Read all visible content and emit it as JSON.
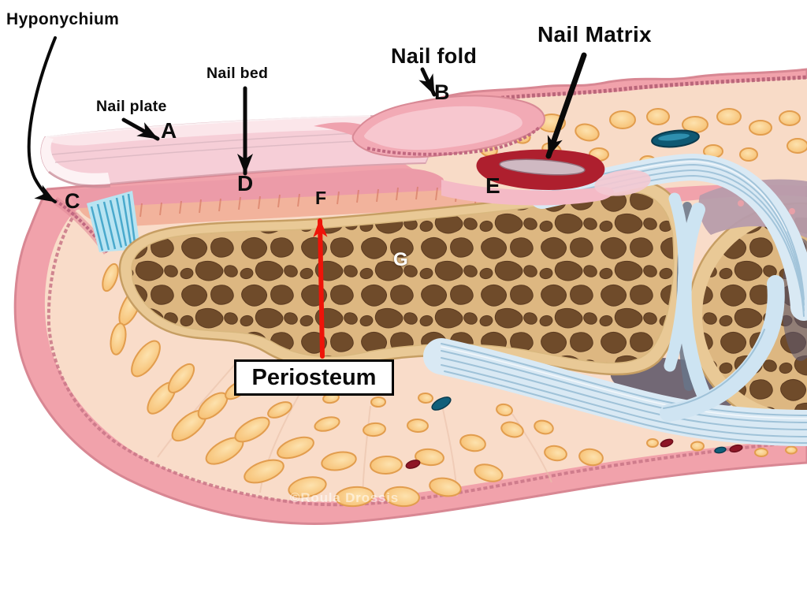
{
  "labels": {
    "hyponychium": "Hyponychium",
    "nail_plate": "Nail plate",
    "nail_bed": "Nail bed",
    "nail_fold": "Nail fold",
    "nail_matrix": "Nail Matrix",
    "periosteum": "Periosteum"
  },
  "markers": {
    "A": "A",
    "B": "B",
    "C": "C",
    "D": "D",
    "E": "E",
    "F": "F",
    "G": "G"
  },
  "watermark": "©Roula Drossis",
  "colors": {
    "skin_pink": "#f1a2ab",
    "pulp_pale": "#f9dcc9",
    "fat_orange": "#f8c379",
    "bone_cortex_tan": "#e9c996",
    "marrow_brown": "#6f4b2a",
    "tendon_blue": "#d9e9f4",
    "matrix_red": "#ae1f2e",
    "nail_pink": "#f6ced7",
    "pointer_red": "#ee1409",
    "pointer_black": "#0a0a0a"
  }
}
